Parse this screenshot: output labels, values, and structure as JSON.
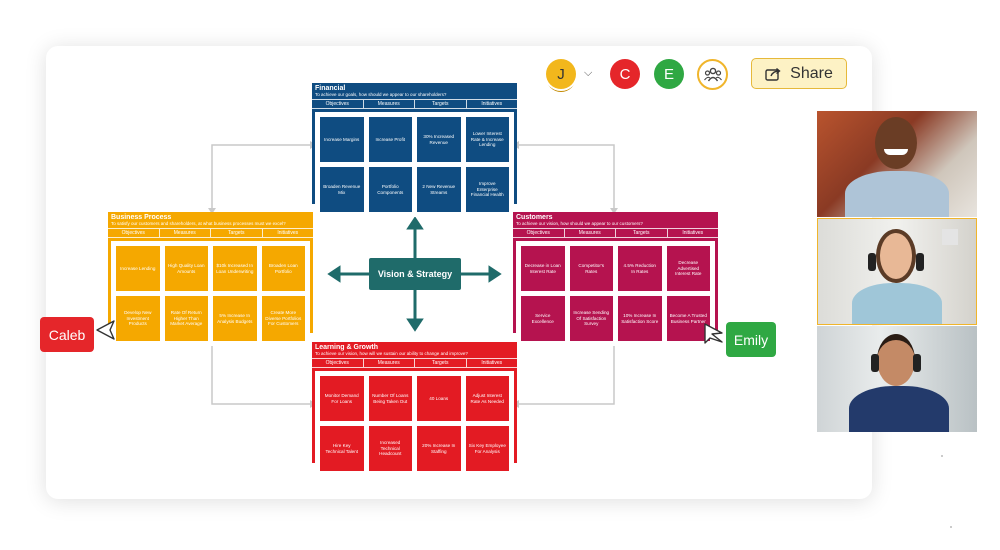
{
  "toolbar": {
    "avatars": [
      {
        "initial": "J",
        "color": "#f2b71c"
      },
      {
        "initial": "C",
        "color": "#e5262a"
      },
      {
        "initial": "E",
        "color": "#2fa843"
      }
    ],
    "share_label": "Share",
    "chevron": "chevron-down-icon",
    "group_icon": "people-group-icon"
  },
  "cursors": {
    "caleb": {
      "name": "Caleb",
      "color": "#e5262a"
    },
    "emily": {
      "name": "Emily",
      "color": "#2fa843"
    }
  },
  "diagram": {
    "center_label": "Vision & Strategy",
    "column_heads": [
      "Objectives",
      "Measures",
      "Targets",
      "Initiatives"
    ],
    "financial": {
      "title": "Financial",
      "subtitle": "To achieve our goals, how should we appear to our shareholders?",
      "color": "#0f4c81",
      "cells": [
        "Increase Margins",
        "Increase Profit",
        "30% Increased Revenue",
        "Lower Interest Rate & Increase Lending",
        "Broaden Revenue Mix",
        "Portfolio Components",
        "2 New Revenue Streams",
        "Improve Enterprise Financial Health"
      ]
    },
    "business": {
      "title": "Business Process",
      "subtitle": "To satisfy our customers and shareholders, at what business processes must we excel?",
      "color": "#f5a800",
      "cells": [
        "Increase Lending",
        "High Quality Loan Amounts",
        "$10k Increased In Loan Underwriting",
        "Broaden Loan Portfolio",
        "Develop New Investment Products",
        "Rate Of Return Higher Than Market Average",
        "5% Increase In Analysis Budgets",
        "Create More Diverse Portfolios For Customers"
      ]
    },
    "customers": {
      "title": "Customers",
      "subtitle": "To achieve our vision, how should we appear to our customers?",
      "color": "#b5134f",
      "cells": [
        "Decrease in Loan Interest Rate",
        "Competitor's Rates",
        "4.5% Reduction In Rates",
        "Decrease Advertised Interest Rate",
        "Service Excellence",
        "Increase Sending Of Satisfaction Survey",
        "10% Increase In Satisfaction Score",
        "Become A Trusted Business Partner"
      ]
    },
    "learning": {
      "title": "Learning & Growth",
      "subtitle": "To achieve our vision, how will we sustain our ability to change and improve?",
      "color": "#e31b23",
      "cells": [
        "Monitor Demand For Loans",
        "Number Of Loans Being Taken Out",
        "40 Loans",
        "Adjust Interest Rate As Needed",
        "Hire Key Technical Talent",
        "Increased Technical Headcount",
        "20% Increase In Staffing",
        "Six Key Employee For Analysis"
      ]
    }
  },
  "video_tiles": [
    "participant-1",
    "participant-2",
    "participant-3"
  ]
}
